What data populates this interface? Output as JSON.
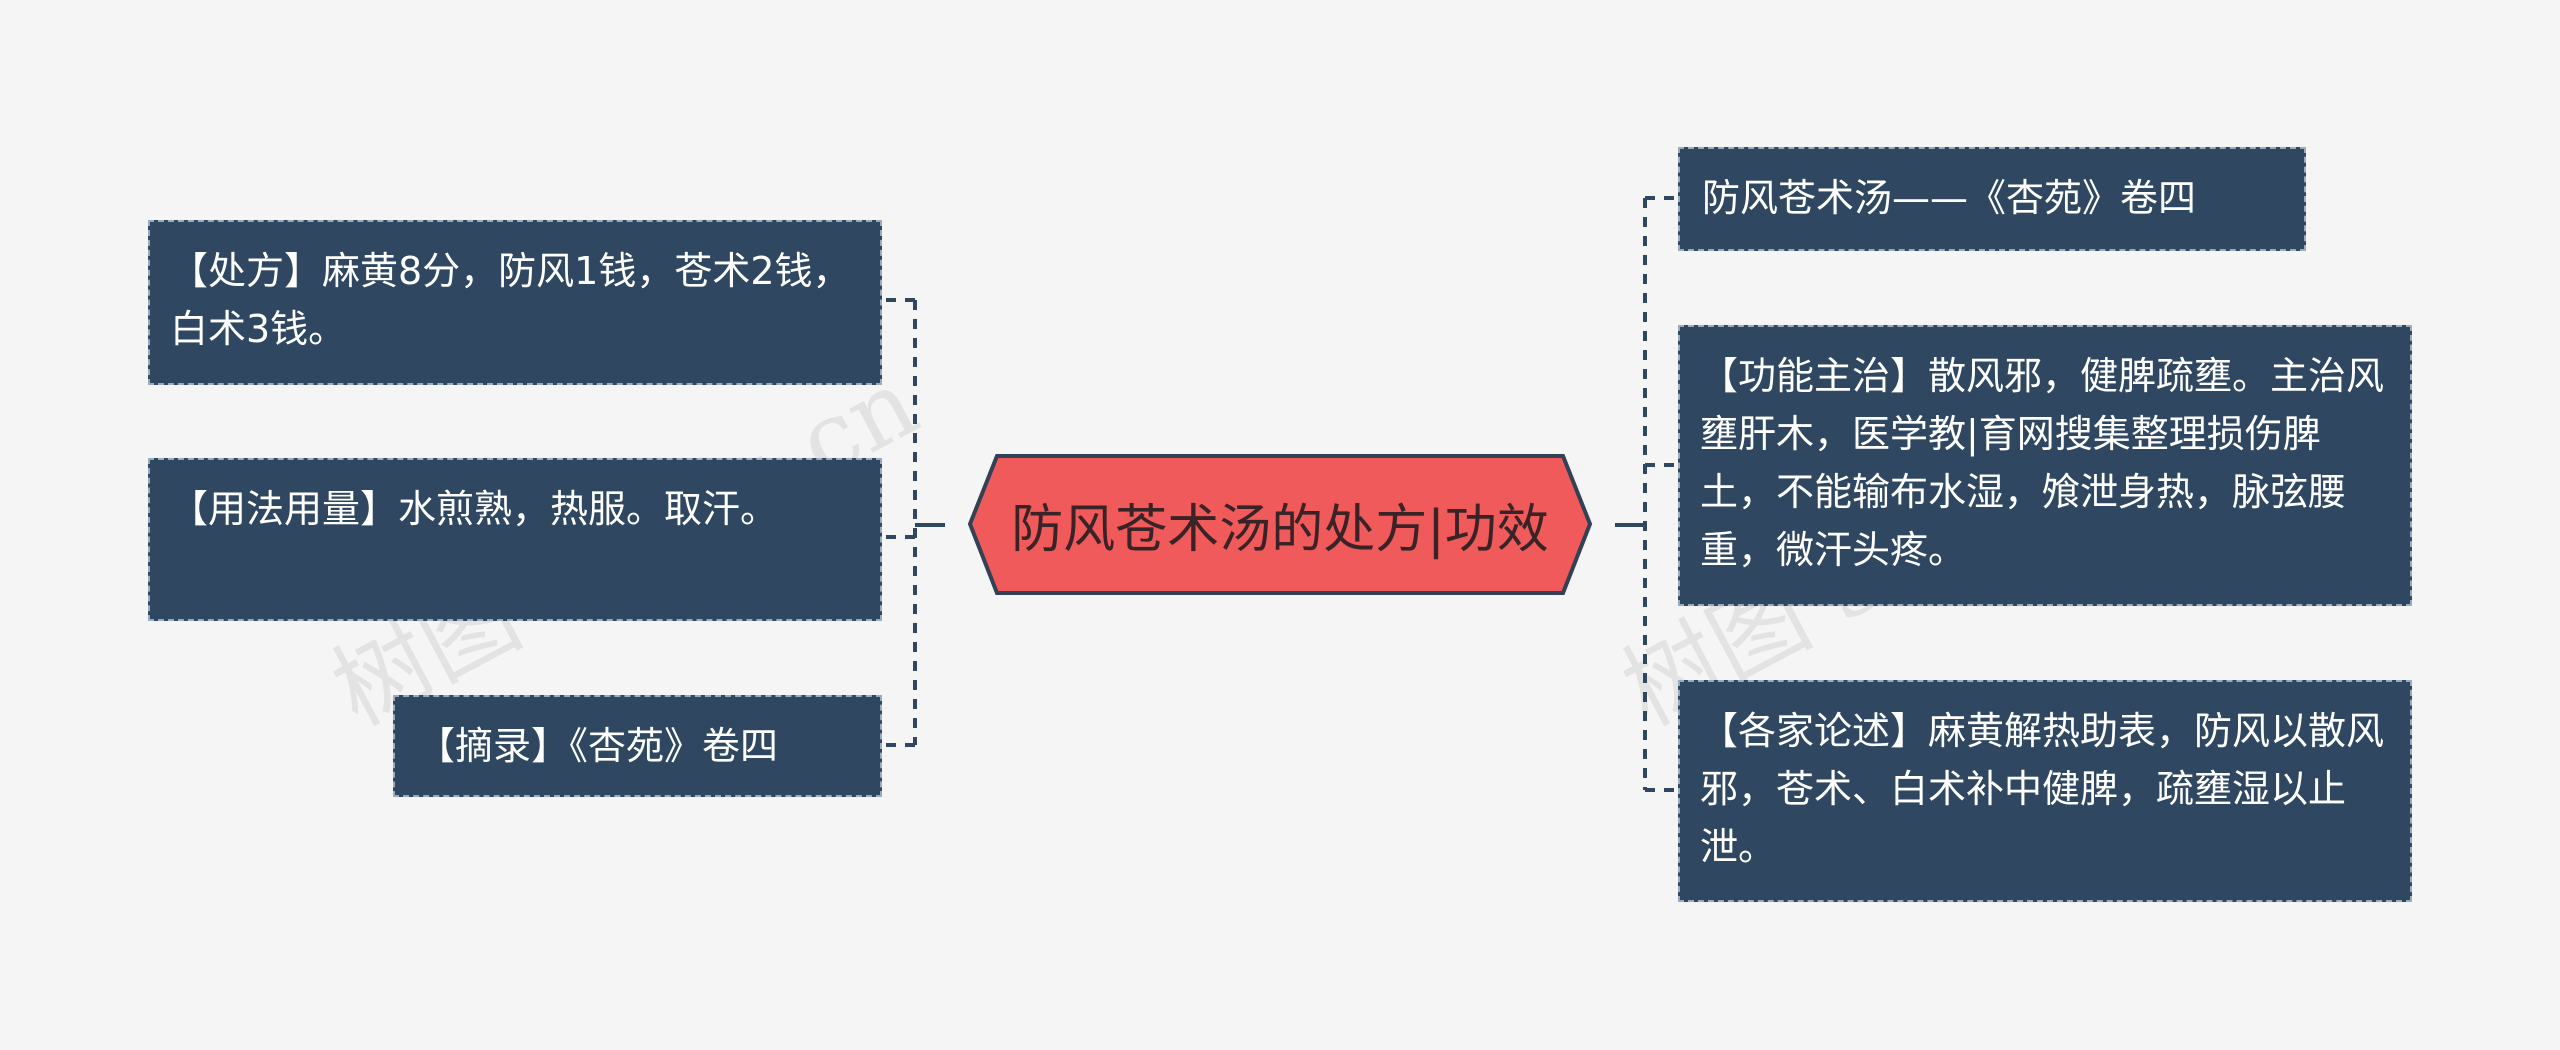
{
  "colors": {
    "background": "#f5f5f5",
    "node_fill": "#2f4760",
    "node_border": "#9aabbd",
    "center_fill": "#f05a5a",
    "center_stroke": "#334155",
    "connector": "#2f4760"
  },
  "center": {
    "label": "防风苍术汤的处方|功效"
  },
  "left_nodes": [
    {
      "label": "【处方】麻黄8分，防风1钱，苍术2钱，白术3钱。"
    },
    {
      "label": "【用法用量】水煎熟，热服。取汗。"
    },
    {
      "label": "【摘录】《杏苑》卷四"
    }
  ],
  "right_nodes": [
    {
      "label": "防风苍术汤——《杏苑》卷四"
    },
    {
      "label": "【功能主治】散风邪，健脾疏壅。主治风壅肝木，医学教|育网搜集整理损伤脾土，不能输布水湿，飧泄身热，脉弦腰重，微汗头疼。"
    },
    {
      "label": "【各家论述】麻黄解热助表，防风以散风邪，苍术、白术补中健脾，疏壅湿以止泄。"
    }
  ],
  "watermarks": [
    {
      "text": "树图 shutu.cn"
    },
    {
      "text": "树图 shutu.cn"
    }
  ]
}
